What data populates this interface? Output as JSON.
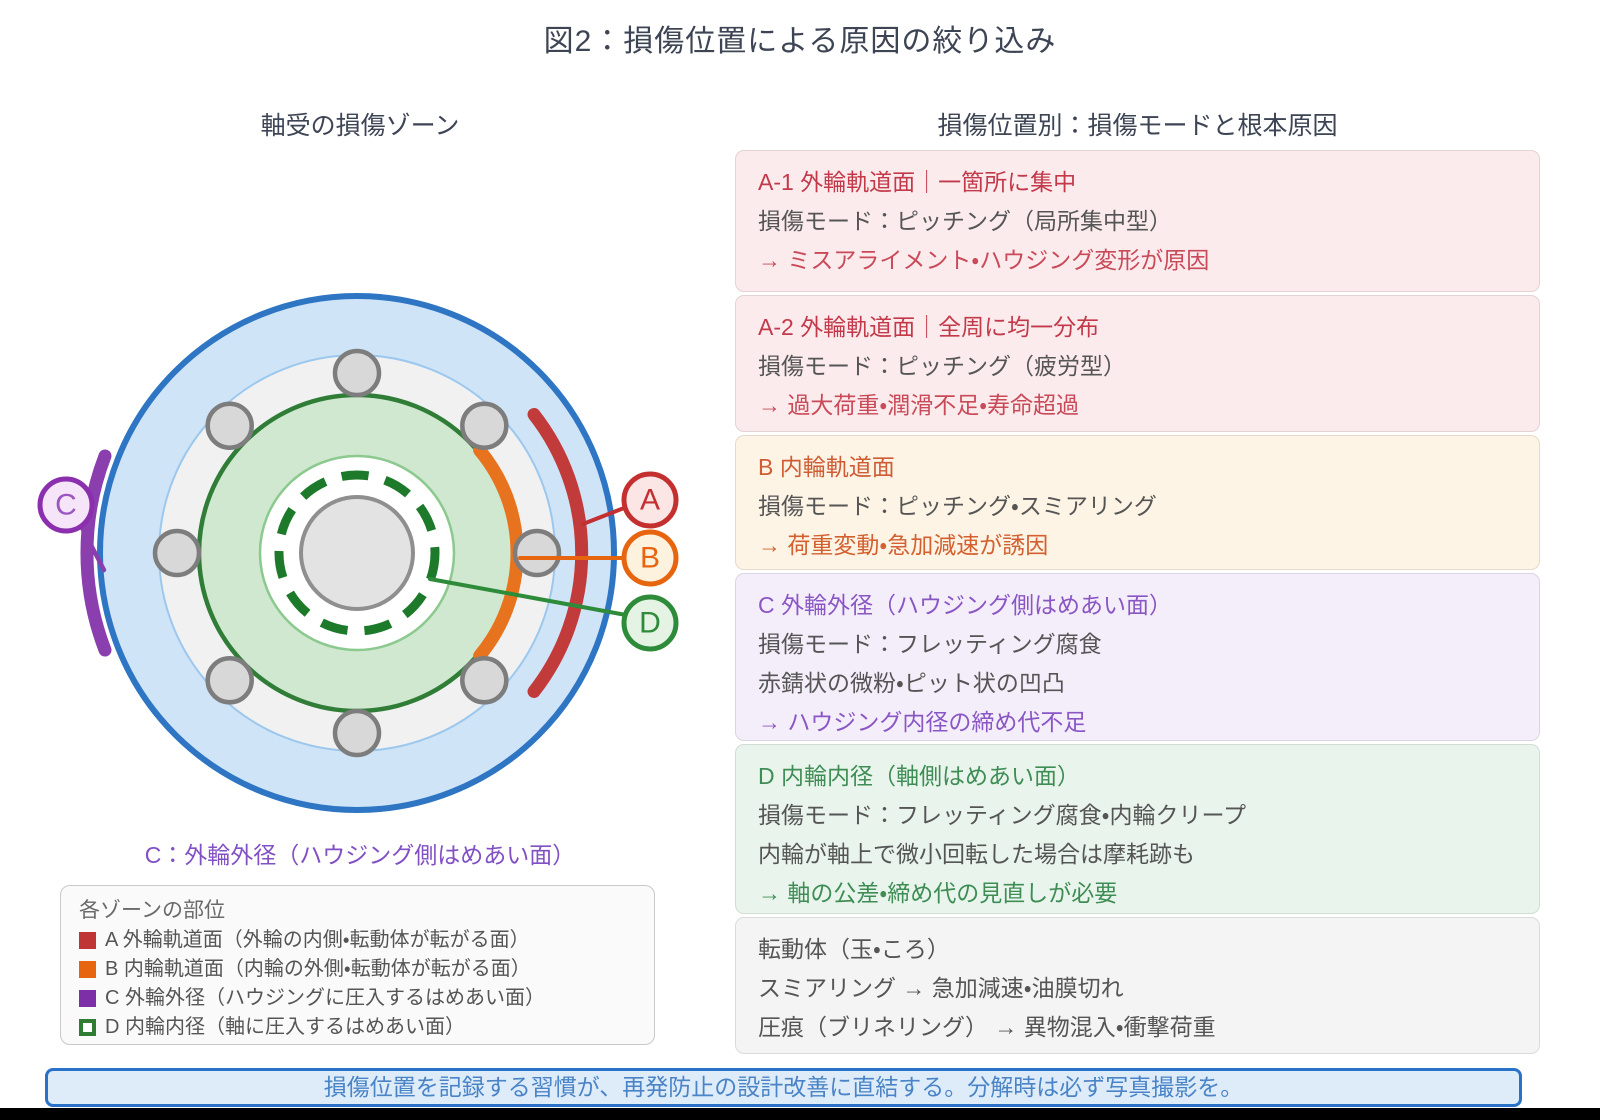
{
  "title": "図2：損傷位置による原因の絞り込み",
  "left": {
    "subtitle": "軸受の損傷ゾーン",
    "caption": "C：外輪外径（ハウジング側はめあい面）",
    "zone_labels": {
      "a": "A",
      "b": "B",
      "c": "C",
      "d": "D"
    },
    "legend": {
      "title": "各ゾーンの部位",
      "items": [
        {
          "label": "A 外輪軌道面（外輪の内側・転動体が転がる面）",
          "color": "#bf3434",
          "style": "filled"
        },
        {
          "label": "B 内輪軌道面（内輪の外側・転動体が転がる面）",
          "color": "#e8650f",
          "style": "filled"
        },
        {
          "label": "C 外輪外径（ハウジングに圧入するはめあい面）",
          "color": "#7d2fa8",
          "style": "filled"
        },
        {
          "label": "D 内輪内径（軸に圧入するはめあい面）",
          "color": "#2e7d32",
          "style": "outline"
        }
      ]
    }
  },
  "right": {
    "subtitle": "損傷位置別：損傷モードと根本原因",
    "sections": [
      {
        "id": "A-1",
        "accent": "#c23a4a",
        "bg": "#fcebed",
        "title": "A-1 外輪軌道面｜一箇所に集中",
        "mode": "損傷モード：ピッチング（局所集中型）",
        "cause": "→ ミスアライメント・ハウジング変形が原因"
      },
      {
        "id": "A-2",
        "accent": "#c23a4a",
        "bg": "#fcebed",
        "title": "A-2 外輪軌道面｜全周に均一分布",
        "mode": "損傷モード：ピッチング（疲労型）",
        "cause": "→ 過大荷重・潤滑不足・寿命超過"
      },
      {
        "id": "B",
        "accent": "#cf5c35",
        "bg": "#fdf4e5",
        "title": "B 内輪軌道面",
        "mode": "損傷モード：ピッチング・スミアリング",
        "cause": "→ 荷重変動・急加減速が誘因"
      },
      {
        "id": "C",
        "accent": "#8a56c4",
        "bg": "#f4eefb",
        "title": "C 外輪外径（ハウジング側はめあい面）",
        "mode": "損傷モード：フレッティング腐食",
        "desc": "赤錆状の微粉・ピット状の凹凸",
        "cause": "→ ハウジング内径の締め代不足"
      },
      {
        "id": "D",
        "accent": "#3e8d55",
        "bg": "#e9f5ec",
        "title": "D 内輪内径（軸側はめあい面）",
        "mode": "損傷モード：フレッティング腐食・内輪クリープ",
        "desc": "内輪が軸上で微小回転した場合は摩耗跡も",
        "cause": "→ 軸の公差・締め代の見直しが必要"
      },
      {
        "id": "rolling-elements",
        "accent": "#555555",
        "bg": "#f4f4f5",
        "title": "転動体（玉・ころ）",
        "mode": "スミアリング → 急加減速・油膜切れ",
        "desc": "圧痕（ブリネリング） → 異物混入・衝撃荷重"
      }
    ]
  },
  "banner": "損傷位置を記録する習慣が、再発防止の設計改善に直結する。分解時は必ず写真撮影を。",
  "colors": {
    "outer_ring_stroke": "#2e75c3",
    "outer_ring_fill": "#cfe4f7",
    "cage_ring_fill": "#f1f1f2",
    "inner_ring_stroke": "#2f7d36",
    "inner_ring_fill": "#cfe8cf",
    "bore_dashed": "#1d7a2b",
    "shaft_fill": "#e3e3e3",
    "arc_a": "#c23b3b",
    "arc_b": "#e8731f",
    "arc_c": "#8b3fae",
    "title_text": "#3d4454",
    "banner_border": "#2a72c8",
    "banner_bg": "#deecfa",
    "banner_text": "#4a84c6"
  }
}
